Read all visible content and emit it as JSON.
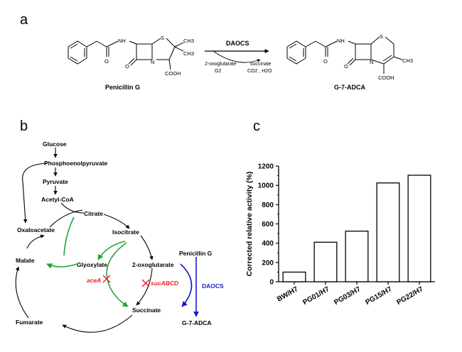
{
  "panel_a": {
    "letter": "a",
    "reactant_name": "Penicillin G",
    "product_name": "G-7-ADCA",
    "enzyme": "DAOCS",
    "cosubstrate_top": "2-oxoglutarate",
    "cosubstrate_bottom": "O2",
    "coproduct_top": "succinate",
    "coproduct_bottom": "CO2 , H2O",
    "atoms": {
      "nh": "NH",
      "s": "S",
      "n": "N",
      "o": "O",
      "h": "H",
      "cooh": "COOH",
      "ch3": "CH3"
    }
  },
  "panel_b": {
    "letter": "b",
    "nodes": {
      "glucose": "Glucose",
      "pep": "Phosphoenolpyruvate",
      "pyruvate": "Pyruvate",
      "acetylcoa": "Acetyl-CoA",
      "citrate": "Citrate",
      "oxaloacetate": "Oxaloacetate",
      "isocitrate": "Isocitrate",
      "malate": "Malate",
      "glyoxylate": "Glyoxylate",
      "oxoglutarate": "2-oxoglutarate",
      "succinate": "Succinate",
      "fumarate": "Fumarate",
      "penicillin": "Penicillin G",
      "g7adca": "G-7-ADCA"
    },
    "genes": {
      "acea": "aceA",
      "sucabcd": "sucABCD"
    },
    "enzyme": "DAOCS",
    "colors": {
      "glyoxylate_shunt": "#1fa43a",
      "knockout": "#e8202a",
      "daocs": "#1818c8"
    }
  },
  "panel_c": {
    "letter": "c"
  },
  "chart_data": {
    "type": "bar",
    "categories": [
      "BW/H7",
      "PG01/H7",
      "PG03/H7",
      "PG15/H7",
      "PG22/H7"
    ],
    "values": [
      100,
      410,
      525,
      1025,
      1105
    ],
    "title": "",
    "xlabel": "",
    "ylabel": "Corrected relative activity (%)",
    "ylim": [
      0,
      1200
    ],
    "yticks": [
      0,
      200,
      400,
      600,
      800,
      1000,
      1200
    ],
    "grid": false,
    "bar_fill": "#ffffff",
    "bar_stroke": "#000000"
  }
}
